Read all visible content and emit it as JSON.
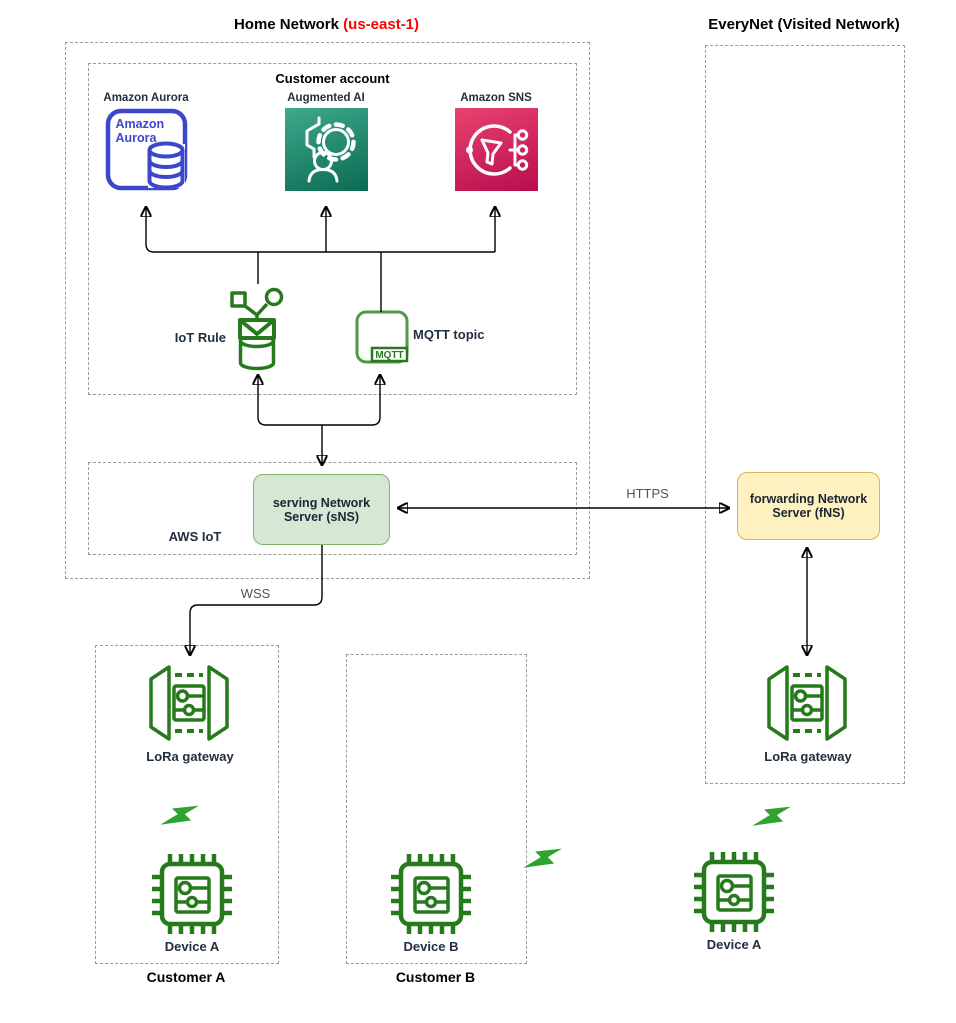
{
  "colors": {
    "region_red": "#FF0000",
    "label_dark": "#232F3E",
    "connector_label_gray": "#545454",
    "aurora_blue": "#3B48CC",
    "ai_teal_light": "#3EA98C",
    "ai_teal_dark": "#0B6B52",
    "sns_pink_light": "#E8436F",
    "sns_pink_dark": "#B70D4E",
    "iot_green": "#267A1C",
    "mqtt_green": "#4E9B43",
    "bolt_green": "#2FA32F",
    "sns_server_fill": "#D5E8D4",
    "sns_server_border": "#82B366",
    "fns_server_fill": "#FFF0C0",
    "fns_server_border": "#D6B656"
  },
  "titles": {
    "home_network": "Home Network",
    "home_region": "(us-east-1)",
    "visited_network": "EveryNet (Visited Network)"
  },
  "groups": {
    "customer_account": "Customer account",
    "aws_iot": "AWS IoT",
    "customer_a": "Customer A",
    "customer_b": "Customer B"
  },
  "nodes": {
    "aurora": {
      "label": "Amazon Aurora",
      "icon_line1": "Amazon",
      "icon_line2": "Aurora"
    },
    "augmented_ai": {
      "label": "Augmented AI"
    },
    "sns": {
      "label": "Amazon SNS"
    },
    "iot_rule": {
      "label": "IoT Rule"
    },
    "mqtt_topic": {
      "label": "MQTT topic",
      "badge": "MQTT"
    },
    "serving_ns": {
      "label": "serving Network Server (sNS)"
    },
    "forwarding_ns": {
      "label": "forwarding Network Server (fNS)"
    },
    "lora_gateway_home": {
      "label": "LoRa gateway"
    },
    "lora_gateway_visited": {
      "label": "LoRa gateway"
    },
    "device_a_home": {
      "label": "Device A"
    },
    "device_b_home": {
      "label": "Device B"
    },
    "device_a_visited": {
      "label": "Device A"
    }
  },
  "connections": {
    "https_label": "HTTPS",
    "wss_label": "WSS"
  }
}
